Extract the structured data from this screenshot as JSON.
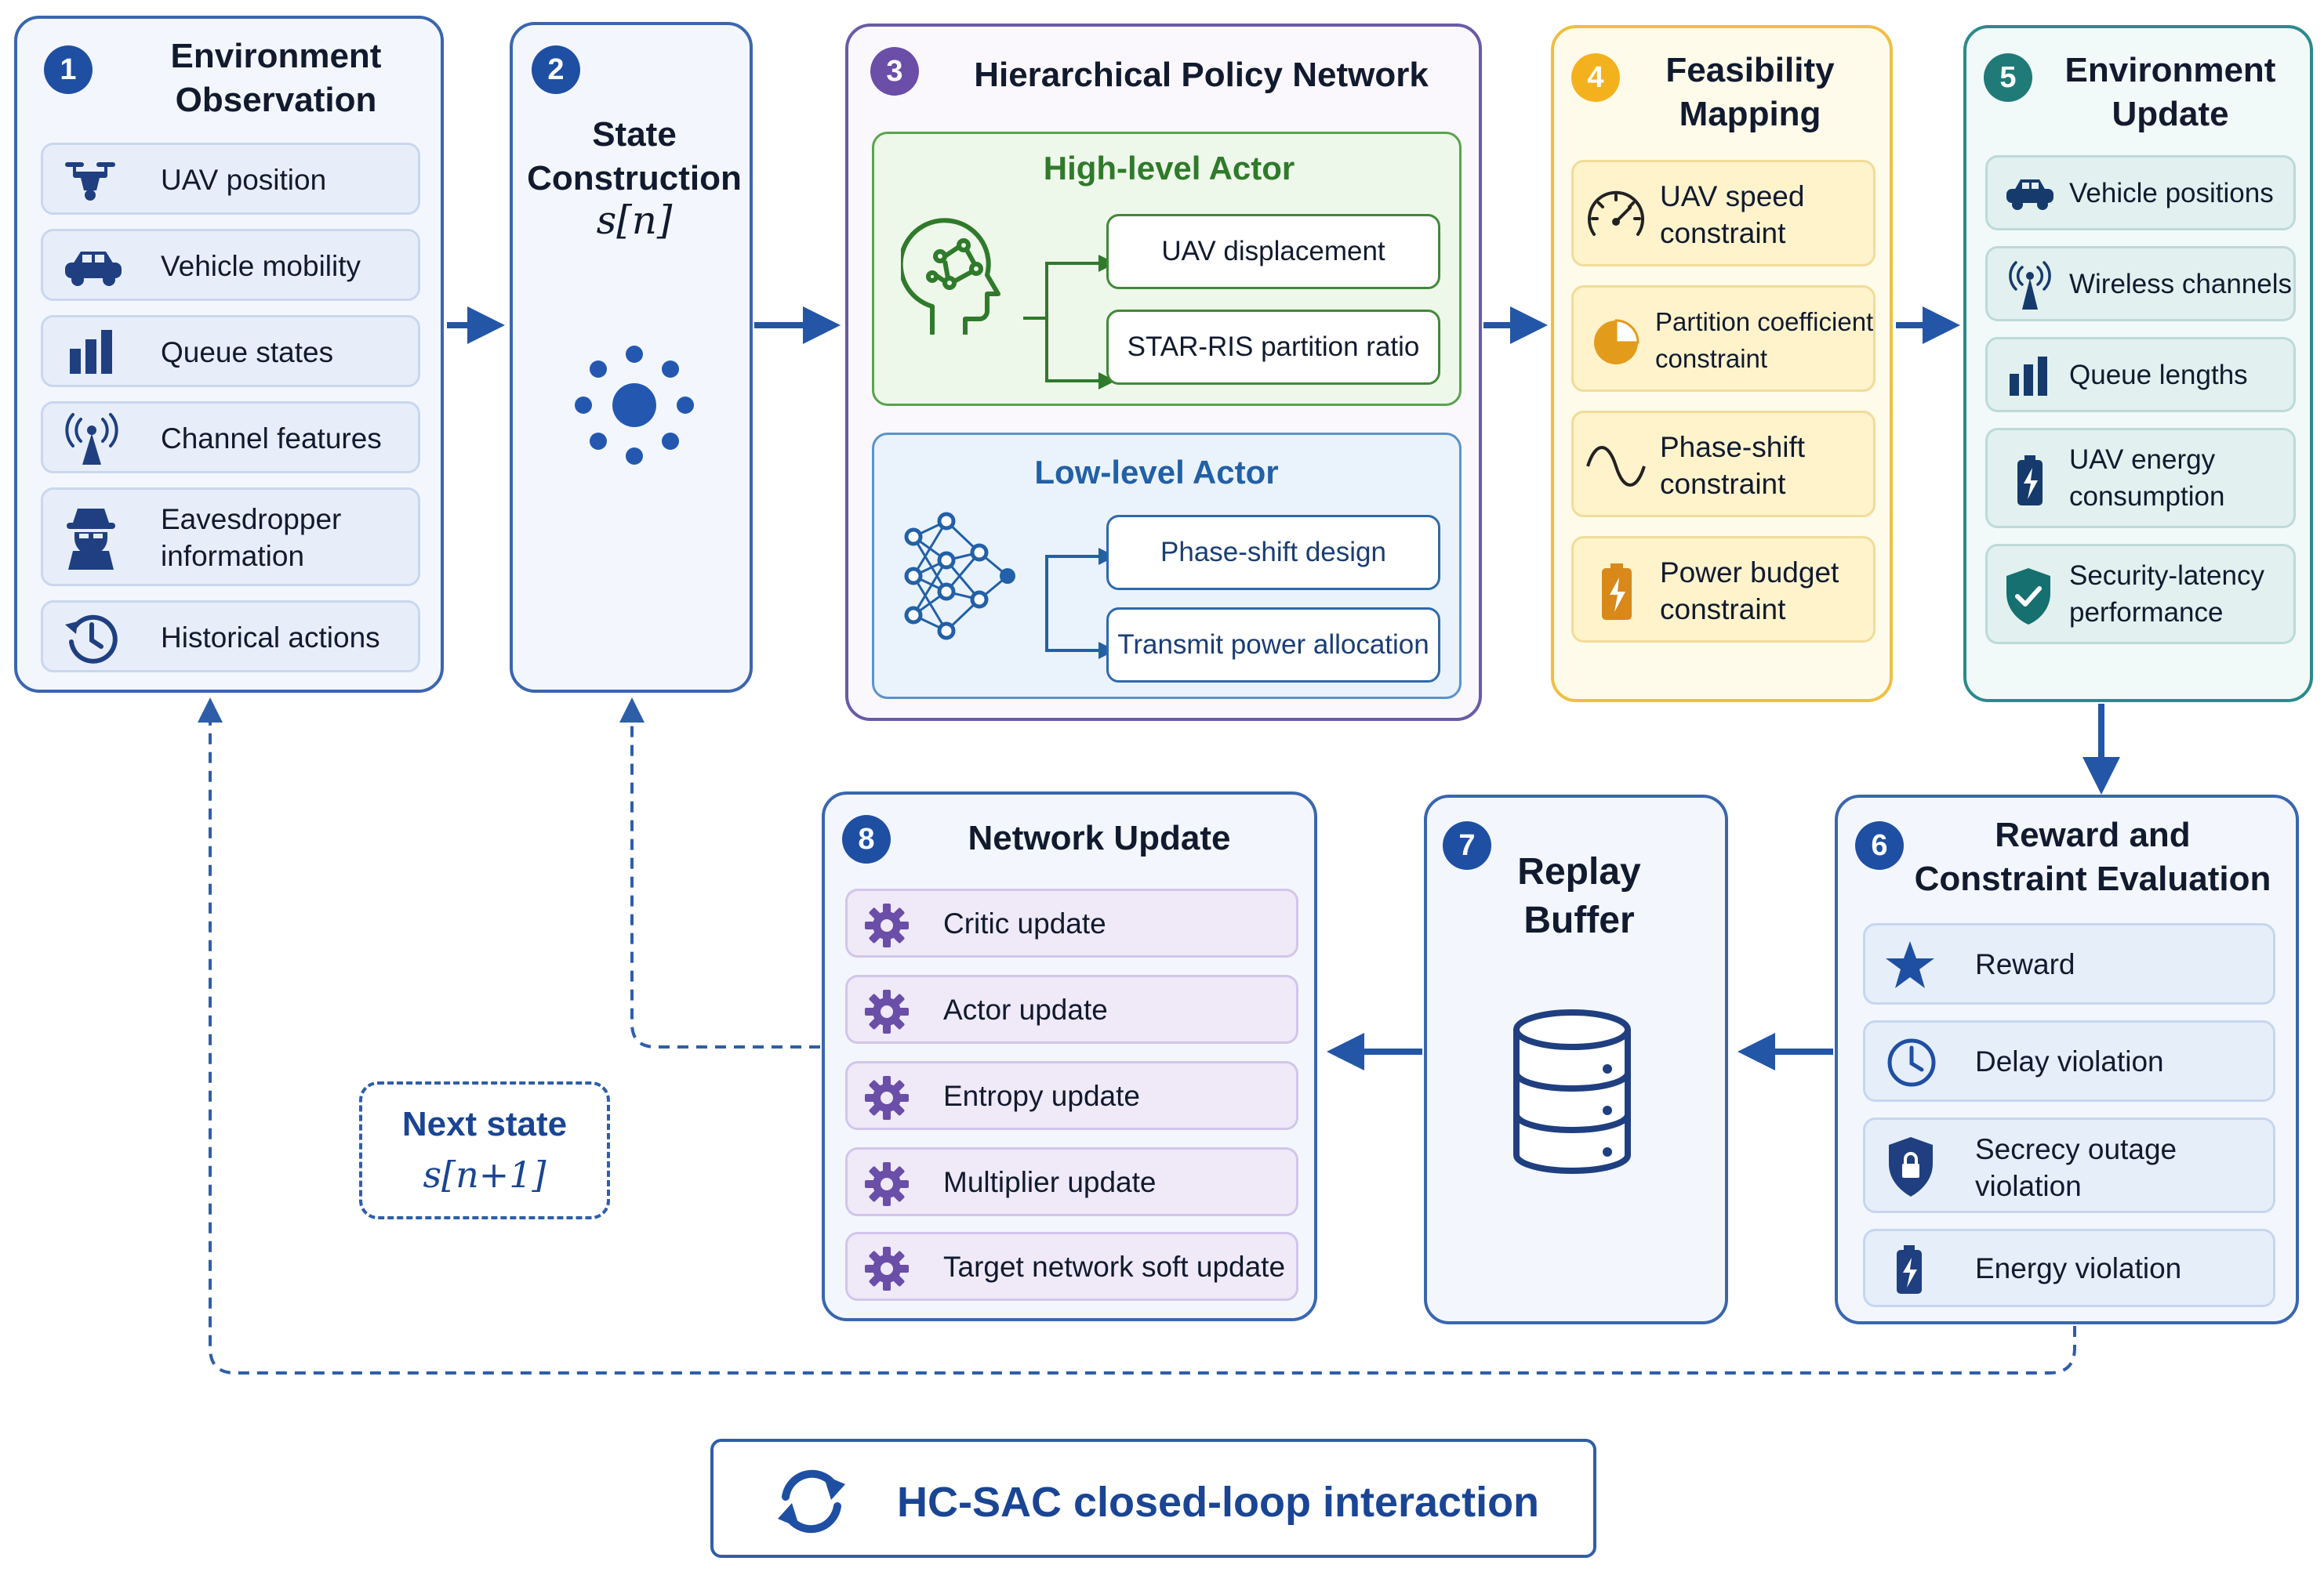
{
  "colors": {
    "blue": "#2f5ea8",
    "purple": "#6a5aa6",
    "yellow": "#efbf45",
    "teal": "#2b8a8c",
    "green": "#3f8a36"
  },
  "p1": {
    "num": "1",
    "title": "Environment\nObservation",
    "items": [
      {
        "label": "UAV position",
        "icon": "drone-icon"
      },
      {
        "label": "Vehicle mobility",
        "icon": "car-icon"
      },
      {
        "label": "Queue states",
        "icon": "bar-chart-icon"
      },
      {
        "label": "Channel features",
        "icon": "antenna-icon"
      },
      {
        "label": "Eavesdropper\ninformation",
        "icon": "spy-icon"
      },
      {
        "label": "Historical actions",
        "icon": "history-icon"
      }
    ]
  },
  "p2": {
    "num": "2",
    "title": "State\nConstruction",
    "formula": "s[n]",
    "icon": "state-dots-icon"
  },
  "p3": {
    "num": "3",
    "title": "Hierarchical Policy Network",
    "high": {
      "title": "High-level Actor",
      "icon": "brain-head-icon",
      "outputs": [
        "UAV displacement",
        "STAR-RIS partition ratio"
      ]
    },
    "low": {
      "title": "Low-level Actor",
      "icon": "neural-net-icon",
      "outputs": [
        "Phase-shift design",
        "Transmit power allocation"
      ]
    }
  },
  "p4": {
    "num": "4",
    "title": "Feasibility\nMapping",
    "items": [
      {
        "label": "UAV speed\nconstraint",
        "icon": "speedometer-icon"
      },
      {
        "label": "Partition coefficient\nconstraint",
        "icon": "pie-icon"
      },
      {
        "label": "Phase-shift\nconstraint",
        "icon": "sine-wave-icon"
      },
      {
        "label": "Power budget\nconstraint",
        "icon": "battery-icon"
      }
    ]
  },
  "p5": {
    "num": "5",
    "title": "Environment\nUpdate",
    "items": [
      {
        "label": "Vehicle positions",
        "icon": "car-icon"
      },
      {
        "label": "Wireless channels",
        "icon": "antenna-icon"
      },
      {
        "label": "Queue lengths",
        "icon": "bar-chart-icon"
      },
      {
        "label": "UAV energy\nconsumption",
        "icon": "battery-icon"
      },
      {
        "label": "Security-latency\nperformance",
        "icon": "shield-check-icon"
      }
    ]
  },
  "p6": {
    "num": "6",
    "title": "Reward and\nConstraint Evaluation",
    "items": [
      {
        "label": "Reward",
        "icon": "star-icon"
      },
      {
        "label": "Delay violation",
        "icon": "clock-icon"
      },
      {
        "label": "Secrecy outage\nviolation",
        "icon": "lock-shield-icon"
      },
      {
        "label": "Energy violation",
        "icon": "battery-icon"
      }
    ]
  },
  "p7": {
    "num": "7",
    "title": "Replay\nBuffer",
    "icon": "database-icon"
  },
  "p8": {
    "num": "8",
    "title": "Network Update",
    "items": [
      {
        "label": "Critic update",
        "icon": "gear-icon"
      },
      {
        "label": "Actor update",
        "icon": "gear-icon"
      },
      {
        "label": "Entropy update",
        "icon": "gear-icon"
      },
      {
        "label": "Multiplier update",
        "icon": "gear-icon"
      },
      {
        "label": "Target network soft update",
        "icon": "gear-icon"
      }
    ]
  },
  "next_state": {
    "label": "Next state",
    "formula": "s[n+1]"
  },
  "footer": {
    "label": "HC-SAC closed-loop interaction",
    "icon": "refresh-icon"
  }
}
